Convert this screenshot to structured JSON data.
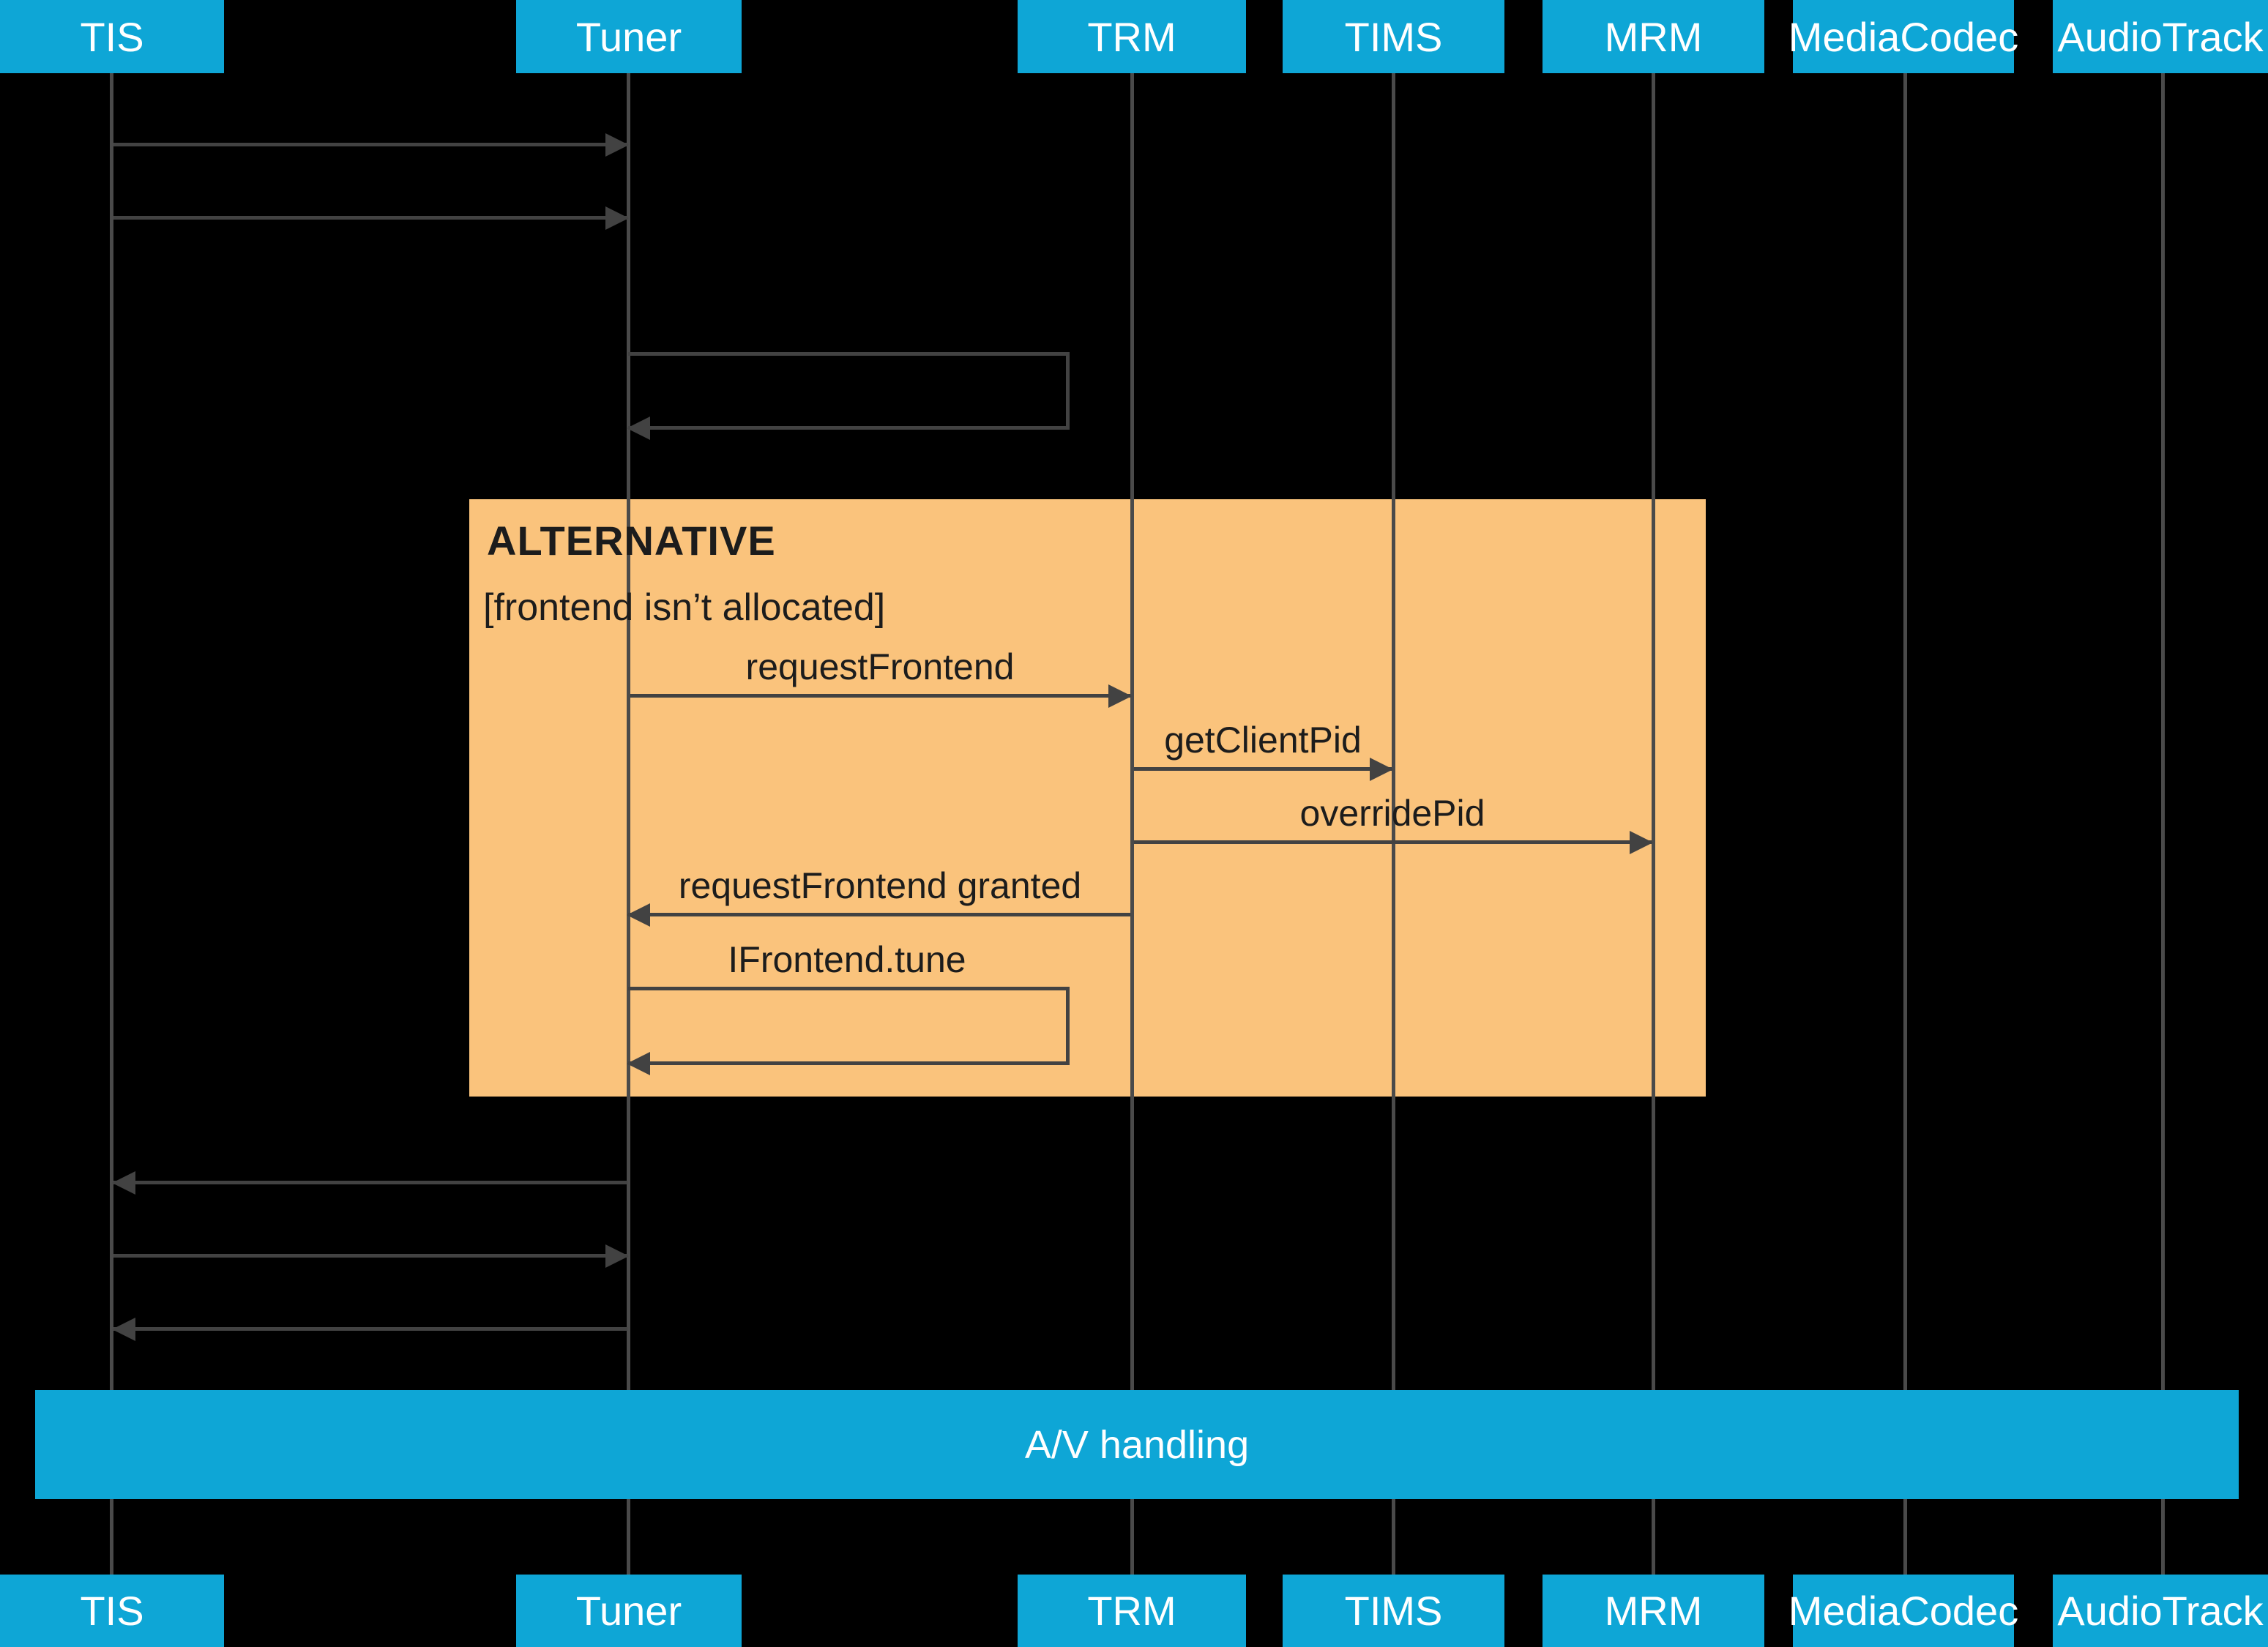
{
  "diagram": {
    "participants": [
      {
        "label": "TIS"
      },
      {
        "label": "Tuner"
      },
      {
        "label": "TRM"
      },
      {
        "label": "TIMS"
      },
      {
        "label": "MRM"
      },
      {
        "label": "MediaCodec"
      },
      {
        "label": "AudioTrack"
      }
    ],
    "alt_block": {
      "title": "ALTERNATIVE",
      "guard": "[frontend isn’t allocated]"
    },
    "messages": [
      {
        "from": "TIS",
        "to": "Tuner",
        "label": ""
      },
      {
        "from": "TIS",
        "to": "Tuner",
        "label": ""
      },
      {
        "from": "Tuner",
        "to": "Tuner",
        "label": "",
        "self": true
      },
      {
        "from": "Tuner",
        "to": "TRM",
        "label": "requestFrontend"
      },
      {
        "from": "TRM",
        "to": "TIMS",
        "label": "getClientPid"
      },
      {
        "from": "TRM",
        "to": "MRM",
        "label": "overridePid"
      },
      {
        "from": "TRM",
        "to": "Tuner",
        "label": "requestFrontend granted"
      },
      {
        "from": "Tuner",
        "to": "Tuner",
        "label": "IFrontend.tune",
        "self": true
      },
      {
        "from": "Tuner",
        "to": "TIS",
        "label": ""
      },
      {
        "from": "TIS",
        "to": "Tuner",
        "label": ""
      },
      {
        "from": "Tuner",
        "to": "TIS",
        "label": ""
      }
    ],
    "av_bar": {
      "label": "A/V handling"
    },
    "colors": {
      "participant_fill": "#0ea6d6",
      "alt_fill": "#fac37c",
      "arrow": "#424242",
      "lifeline": "#4a4a4a",
      "label_ink": "#1c1c1c",
      "background": "#000000",
      "participant_text": "#ffffff"
    }
  }
}
